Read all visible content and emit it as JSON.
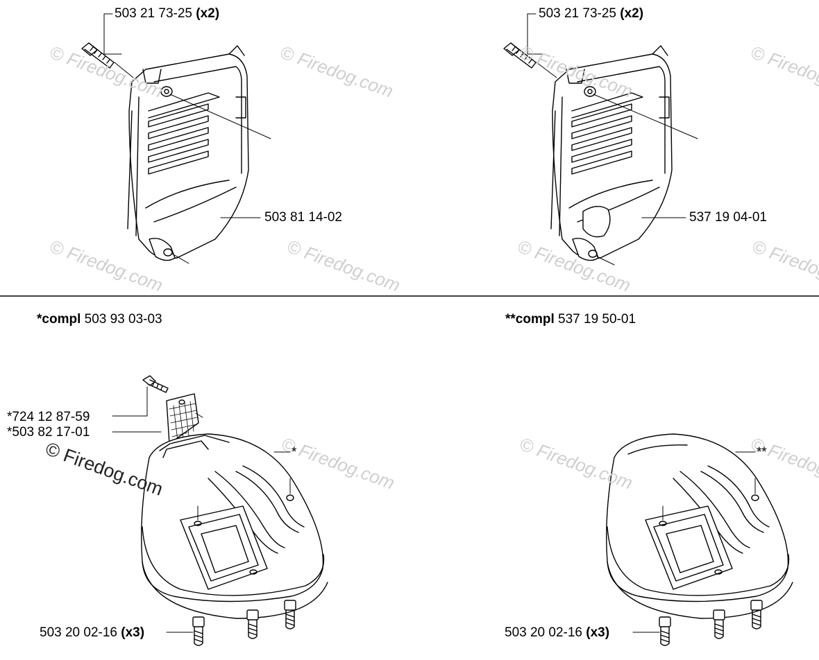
{
  "callouts": {
    "screw_left": {
      "number": "503 21 73-25",
      "qty": "(x2)"
    },
    "screw_right": {
      "number": "503 21 73-25",
      "qty": "(x2)"
    },
    "cover_left": {
      "number": "503 81 14-02"
    },
    "cover_right": {
      "number": "537 19 04-01"
    },
    "kit_left": {
      "prefix": "*compl",
      "number": "503 93 03-03"
    },
    "kit_right": {
      "prefix": "**compl",
      "number": "537 19 50-01"
    },
    "screw_small": {
      "number": "*724 12 87-59"
    },
    "filter_plate": {
      "number": "*503 82 17-01"
    },
    "housing_left_marker": {
      "number": "*"
    },
    "housing_right_marker": {
      "number": "**"
    },
    "bolts_left": {
      "number": "503 20 02-16",
      "qty": "(x3)"
    },
    "bolts_right": {
      "number": "503 20 02-16",
      "qty": "(x3)"
    }
  },
  "watermark": {
    "text": "© Firedog.com"
  },
  "colors": {
    "line": "#000000",
    "watermark": "#cfcfcf"
  }
}
